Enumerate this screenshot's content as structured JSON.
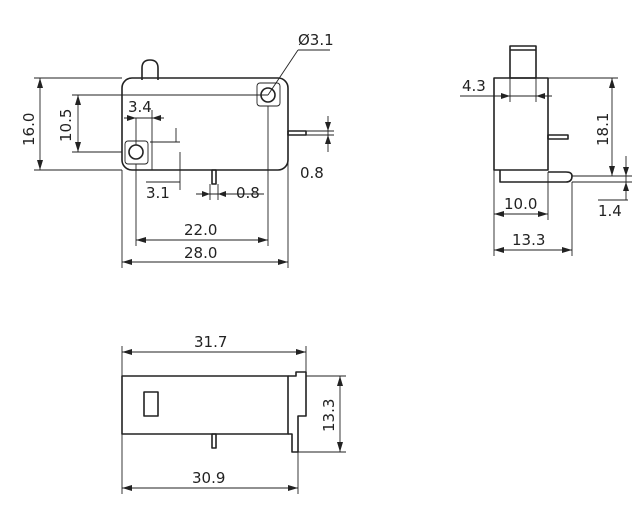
{
  "top_view": {
    "hole_diameter": "Ø3.1",
    "height_overall": "16.0",
    "hole_spacing_vertical": "10.5",
    "hole_offset": "3.4",
    "terminal_offset": "3.1",
    "terminal_thickness": "0.8",
    "terminal_thickness_side": "0.8",
    "hole_spacing_horizontal": "22.0",
    "length_overall": "28.0"
  },
  "side_view": {
    "plunger_width": "4.3",
    "height_to_plunger": "18.1",
    "body_width": "10.0",
    "terminal_height": "1.4",
    "width_overall": "13.3"
  },
  "bottom_view": {
    "length_with_terminals": "31.7",
    "height": "13.3",
    "body_length": "30.9"
  }
}
